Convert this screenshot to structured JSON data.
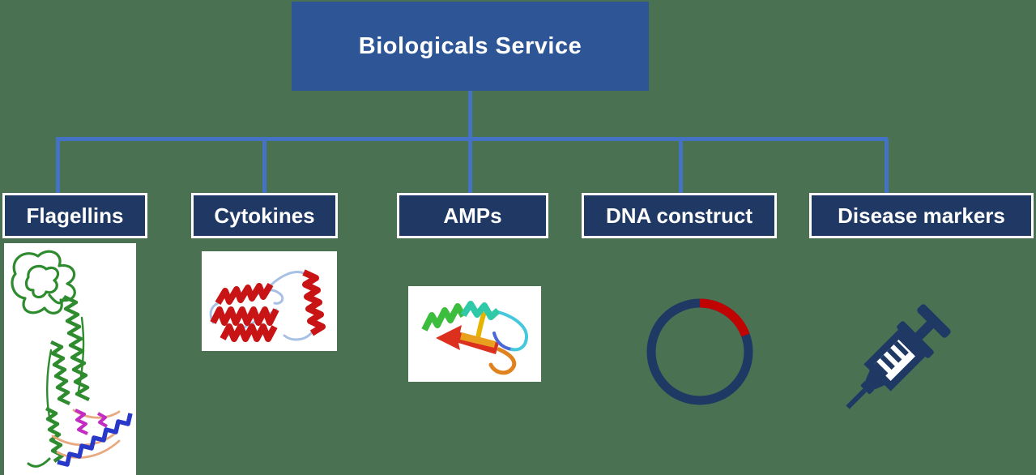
{
  "title": {
    "label": "Biologicals Service"
  },
  "branches": [
    {
      "label": "Flagellins",
      "figure": "flagellin-ribbon-structure"
    },
    {
      "label": "Cytokines",
      "figure": "cytokine-ribbon-structure"
    },
    {
      "label": "AMPs",
      "figure": "amp-ribbon-structure"
    },
    {
      "label": "DNA construct",
      "figure": "plasmid-map-circle"
    },
    {
      "label": "Disease markers",
      "figure": "syringe-icon"
    }
  ],
  "colors": {
    "background": "#4A7152",
    "title_box": "#2E5596",
    "branch_box": "#1F3864",
    "connector": "#4472C4",
    "box_border": "#FFFFFF",
    "text": "#FFFFFF",
    "plasmid_ring": "#1F3864",
    "plasmid_insert": "#C00404",
    "syringe": "#1F3864"
  }
}
